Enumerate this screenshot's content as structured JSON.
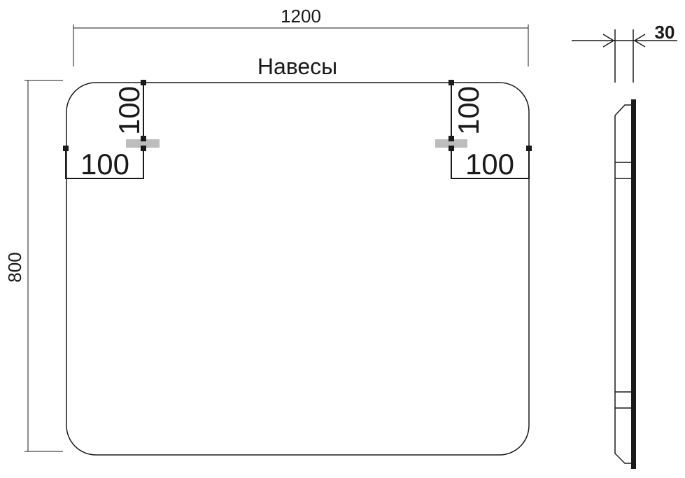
{
  "dimensions": {
    "width": "1200",
    "height": "800",
    "depth": "30",
    "hinge_left_vertical": "100",
    "hinge_left_horizontal": "100",
    "hinge_right_vertical": "100",
    "hinge_right_horizontal": "100"
  },
  "labels": {
    "hinges": "Навесы"
  },
  "colors": {
    "line": "#1a1a1a",
    "hinge": "#bdbdbd"
  }
}
